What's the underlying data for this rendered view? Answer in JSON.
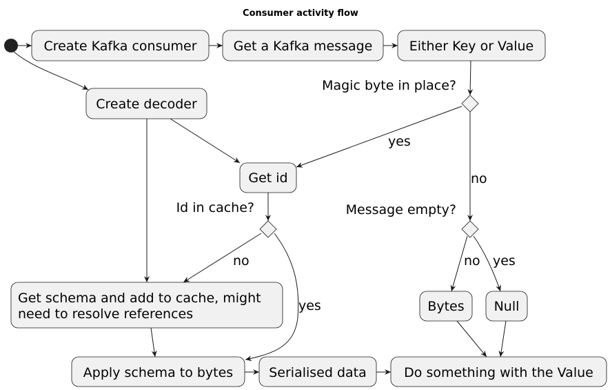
{
  "diagram": {
    "title": "Consumer activity flow",
    "nodes": {
      "create_consumer": "Create Kafka consumer",
      "get_message": "Get a Kafka message",
      "key_or_value": "Either Key or Value",
      "create_decoder": "Create decoder",
      "get_id": "Get id",
      "get_schema_line1": "Get schema and add to cache, might",
      "get_schema_line2": "need to resolve references",
      "apply_schema": "Apply schema to bytes",
      "serialised": "Serialised data",
      "do_something": "Do something with the Value",
      "bytes": "Bytes",
      "null": "Null"
    },
    "decisions": {
      "magic_byte": "Magic byte in place?",
      "id_in_cache": "Id in cache?",
      "message_empty": "Message  empty?"
    },
    "edge_labels": {
      "magic_yes": "yes",
      "magic_no": "no",
      "cache_no": "no",
      "cache_yes": "yes",
      "empty_no": "no",
      "empty_yes": "yes"
    }
  }
}
